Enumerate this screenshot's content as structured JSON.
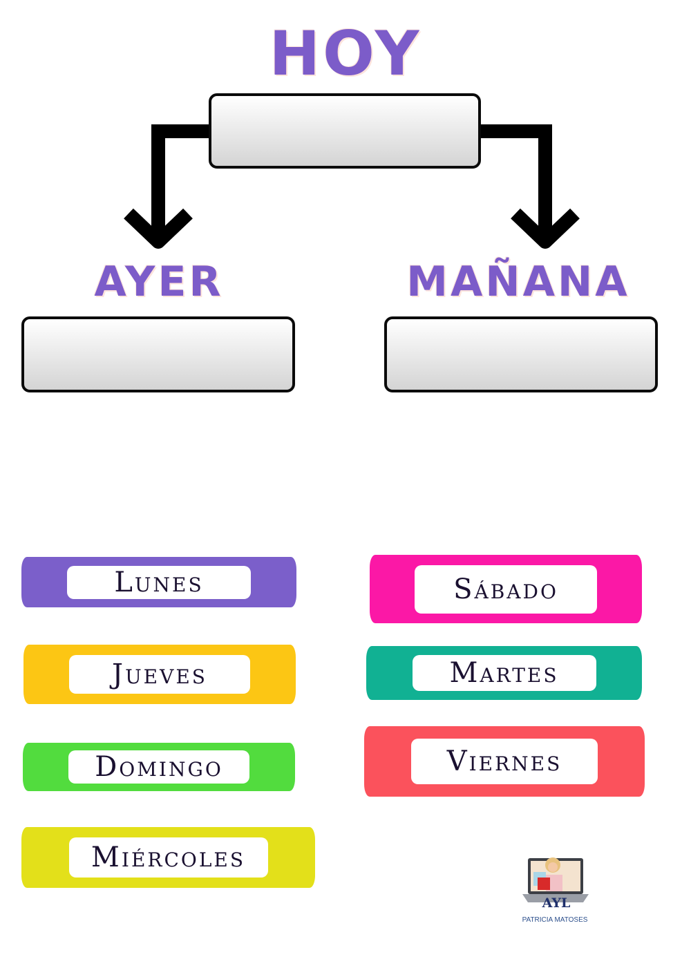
{
  "titles": {
    "today": "HOY",
    "yesterday": "AYER",
    "tomorrow": "MAÑANA"
  },
  "answer_boxes": {
    "today": "",
    "yesterday": "",
    "tomorrow": ""
  },
  "days": [
    {
      "label": "Lunes",
      "color": "#7b5fca"
    },
    {
      "label": "Jueves",
      "color": "#fcc614"
    },
    {
      "label": "Domingo",
      "color": "#52dc3e"
    },
    {
      "label": "Miércoles",
      "color": "#e3e01a"
    },
    {
      "label": "Sábado",
      "color": "#fb18a6"
    },
    {
      "label": "Martes",
      "color": "#11b193"
    },
    {
      "label": "Viernes",
      "color": "#fb525c"
    }
  ],
  "logo": {
    "initials": "AYL",
    "author": "PATRICIA MATOSES"
  },
  "colors": {
    "title": "#7c5cc9",
    "title_outline": "#fde3dc",
    "arrow": "#000000"
  }
}
